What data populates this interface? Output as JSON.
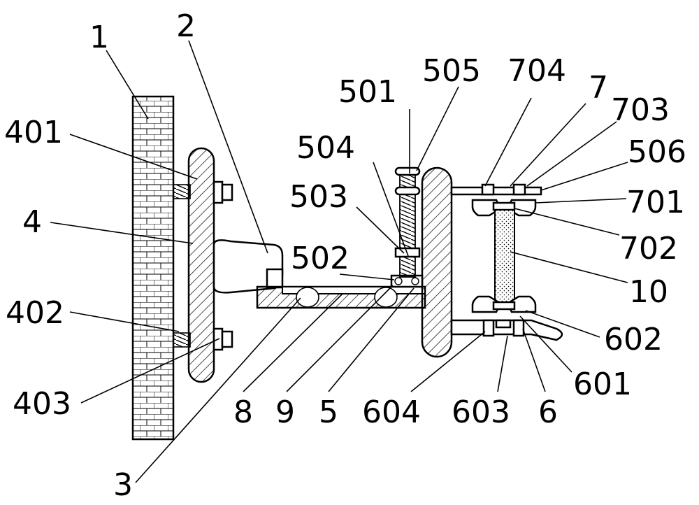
{
  "labels": {
    "l1": "1",
    "l2": "2",
    "l3": "3",
    "l4": "4",
    "l5": "5",
    "l6": "6",
    "l7": "7",
    "l8": "8",
    "l9": "9",
    "l10": "10",
    "l401": "401",
    "l402": "402",
    "l403": "403",
    "l501": "501",
    "l502": "502",
    "l503": "503",
    "l504": "504",
    "l505": "505",
    "l506": "506",
    "l601": "601",
    "l602": "602",
    "l603": "603",
    "l604": "604",
    "l701": "701",
    "l702": "702",
    "l703": "703",
    "l704": "704"
  }
}
